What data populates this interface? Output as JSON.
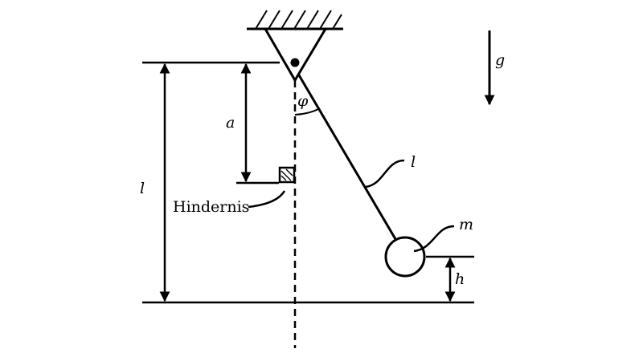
{
  "labels": {
    "gravity": "g",
    "rod_length": "l",
    "mass": "m",
    "height": "h",
    "obstacle_distance": "a",
    "total_length": "l",
    "obstacle": "Hindernis",
    "angle": "φ"
  },
  "colors": {
    "stroke": "#000000",
    "background": "#ffffff"
  }
}
